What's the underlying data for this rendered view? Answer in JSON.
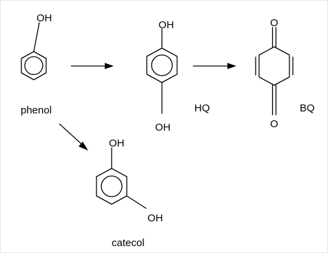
{
  "molecules": {
    "phenol": {
      "name": "phenol",
      "substituent_top": "OH"
    },
    "hq": {
      "name": "HQ",
      "substituent_top": "OH",
      "substituent_bottom": "OH"
    },
    "bq": {
      "name": "BQ",
      "atom_top": "O",
      "atom_bottom": "O"
    },
    "catecol": {
      "name": "catecol",
      "substituent_top": "OH",
      "substituent_meta": "OH"
    }
  },
  "colors": {
    "ink": "#000000",
    "background": "#ffffff",
    "frame": "#e6e6e6"
  }
}
